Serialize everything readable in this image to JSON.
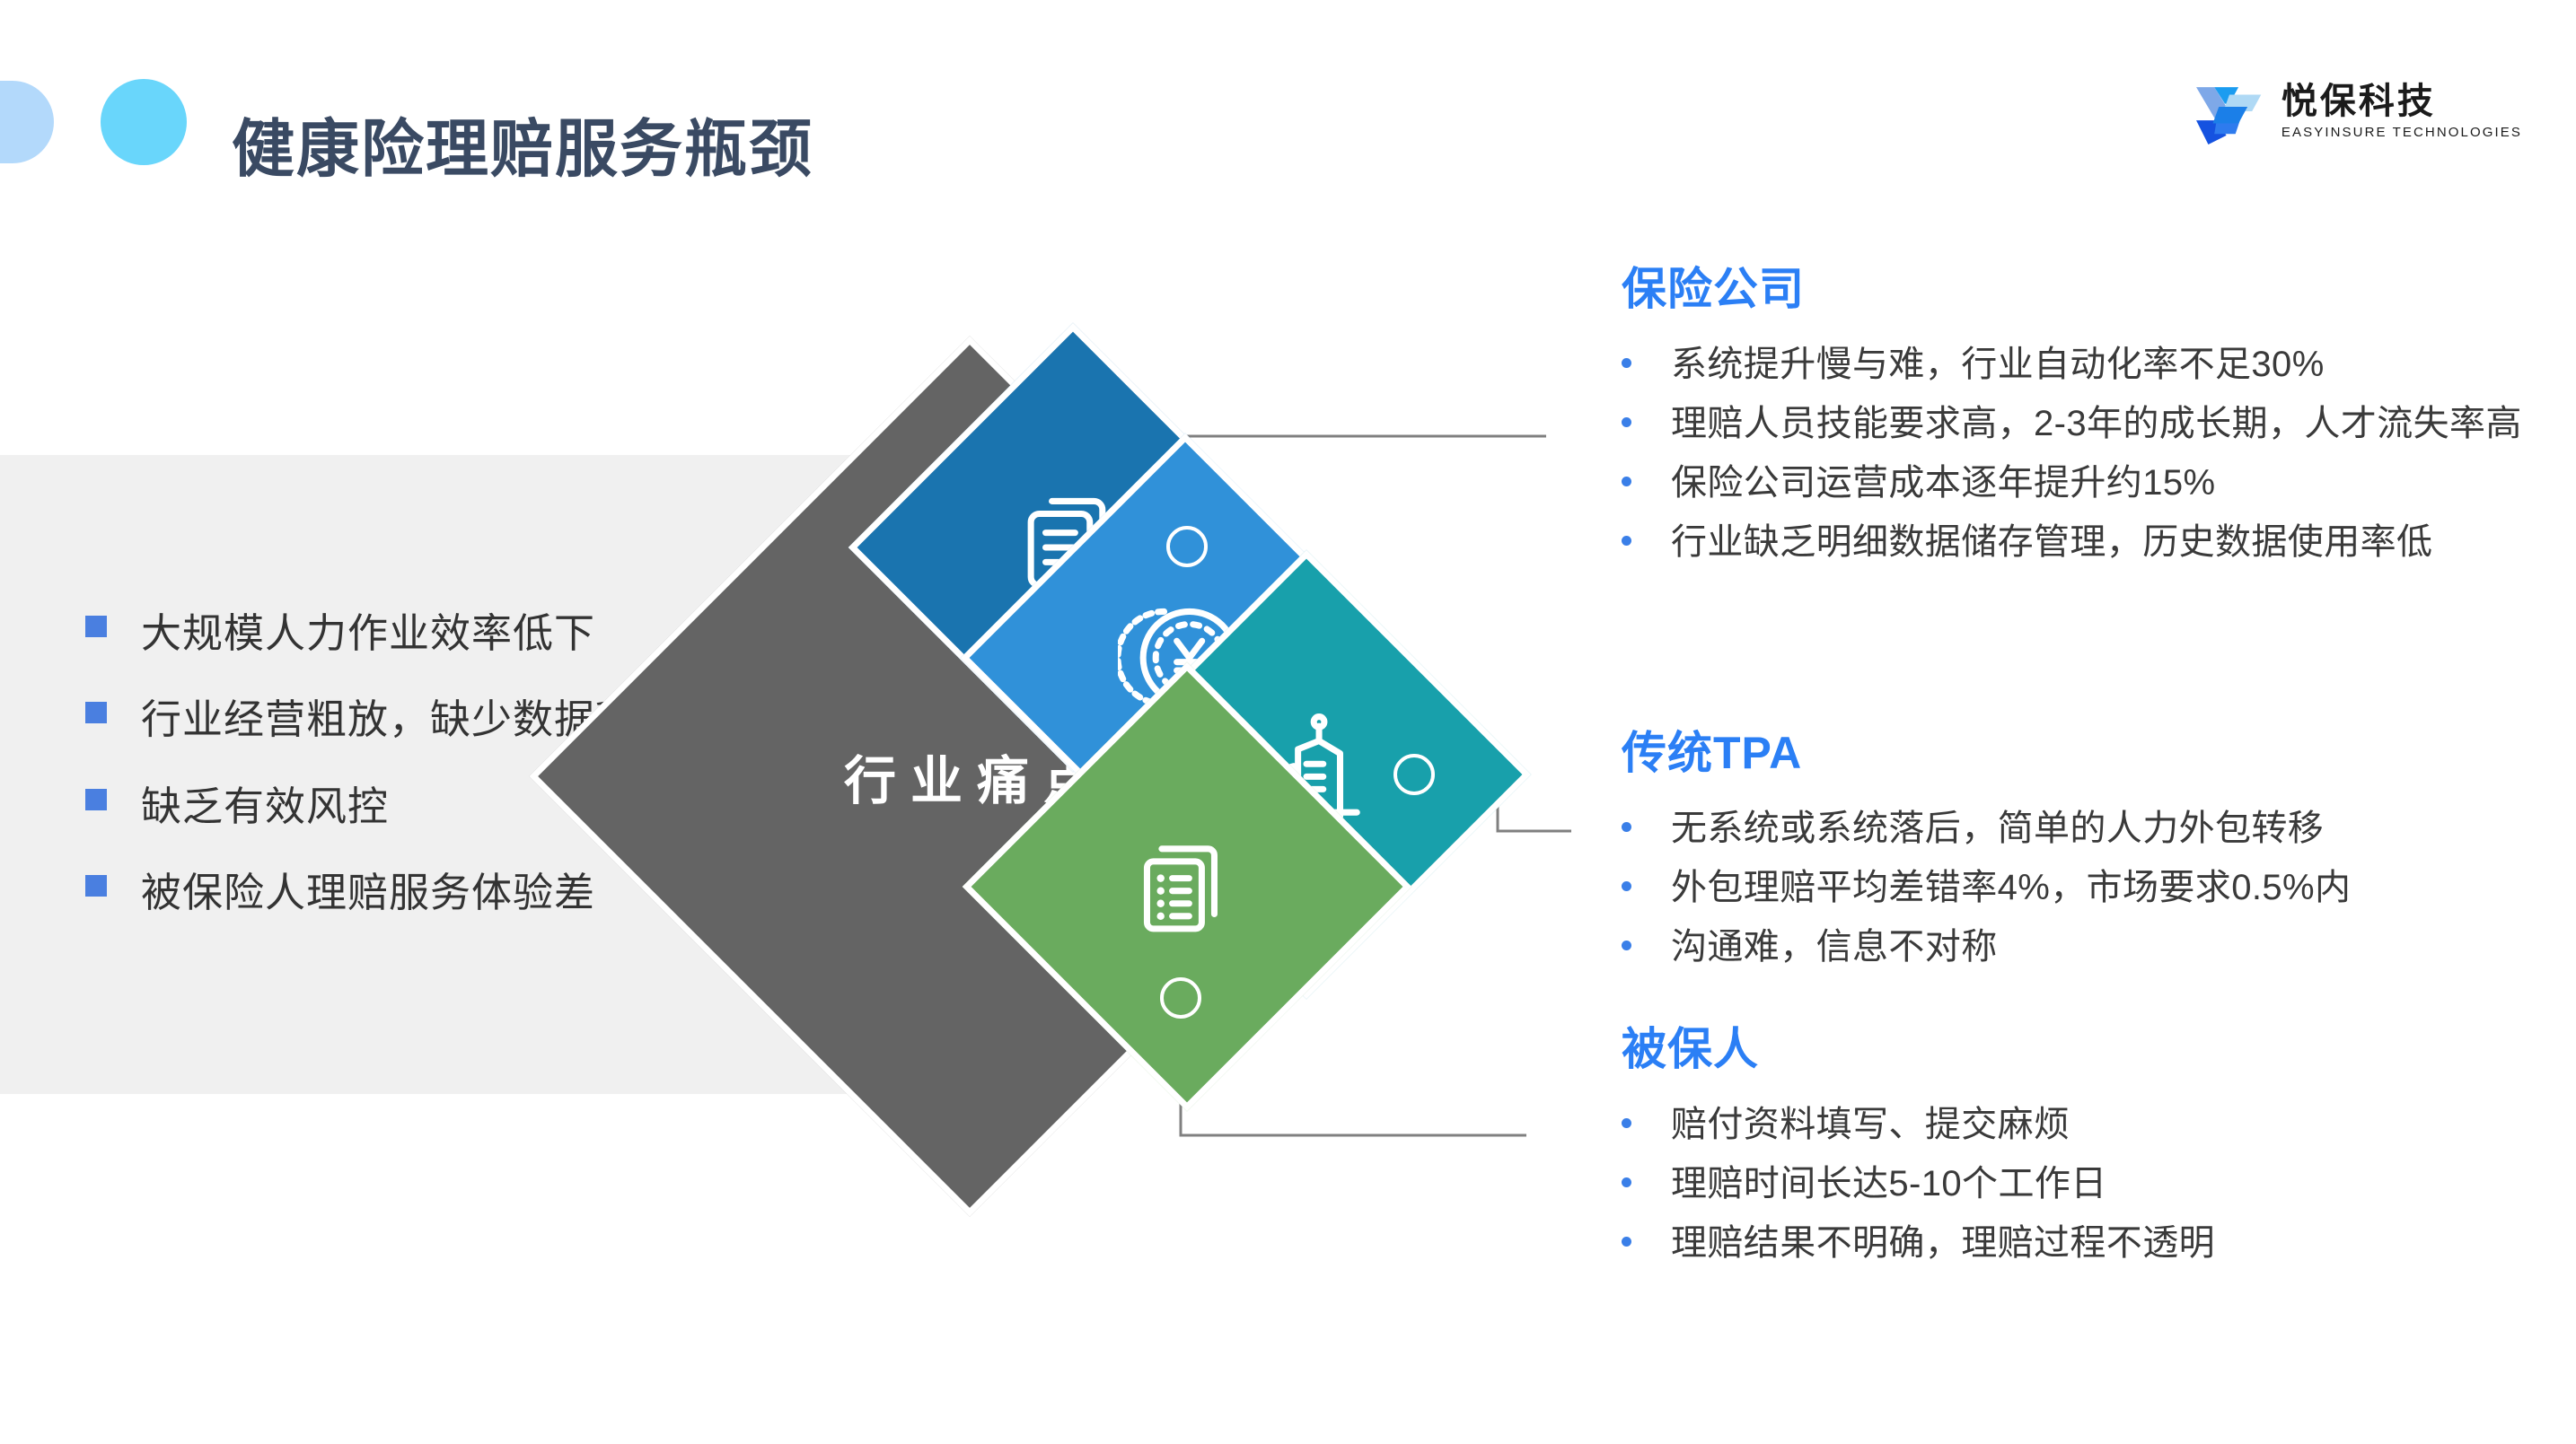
{
  "header": {
    "title": "健康险理赔服务瓶颈",
    "title_color": "#3A4A63",
    "deco_pill_color": "#B3D9FB",
    "deco_circle_color": "#69D6FB"
  },
  "logo": {
    "name_cn": "悦保科技",
    "name_en": "EASYINSURE TECHNOLOGIES",
    "mark_colors": [
      "#7EA8E8",
      "#1B9CF0",
      "#1552E0",
      "#2E7BEE",
      "#AFD9F5"
    ]
  },
  "left_panel": {
    "background": "#F0F0F0",
    "marker_color": "#4A7FE0",
    "items": [
      "大规模人力作业效率低下",
      "行业经营粗放，缺少数据积累及管理",
      "缺乏有效风控",
      "被保险人理赔服务体验差"
    ]
  },
  "center": {
    "main_label": "行业痛点",
    "main_color": "#646464",
    "nodes": [
      {
        "icon": "document-check-icon",
        "color": "#1A74AF"
      },
      {
        "icon": "yen-coin-icon",
        "color": "#3091D9"
      },
      {
        "icon": "office-building-icon",
        "color": "#18A0AB"
      },
      {
        "icon": "checklist-docs-icon",
        "color": "#6AAB5E"
      }
    ],
    "connector_color": "#808080"
  },
  "right_sections": [
    {
      "title": "保险公司",
      "accent": "#2B7FF5",
      "bullets": [
        "系统提升慢与难，行业自动化率不足30%",
        "理赔人员技能要求高，2-3年的成长期，人才流失率高",
        "保险公司运营成本逐年提升约15%",
        "行业缺乏明细数据储存管理，历史数据使用率低"
      ]
    },
    {
      "title": "传统TPA",
      "accent": "#2B7FF5",
      "bullets": [
        "无系统或系统落后，简单的人力外包转移",
        "外包理赔平均差错率4%，市场要求0.5%内",
        "沟通难，信息不对称"
      ]
    },
    {
      "title": "被保人",
      "accent": "#2B7FF5",
      "bullets": [
        "赔付资料填写、提交麻烦",
        "理赔时间长达5-10个工作日",
        "理赔结果不明确，理赔过程不透明"
      ]
    }
  ]
}
